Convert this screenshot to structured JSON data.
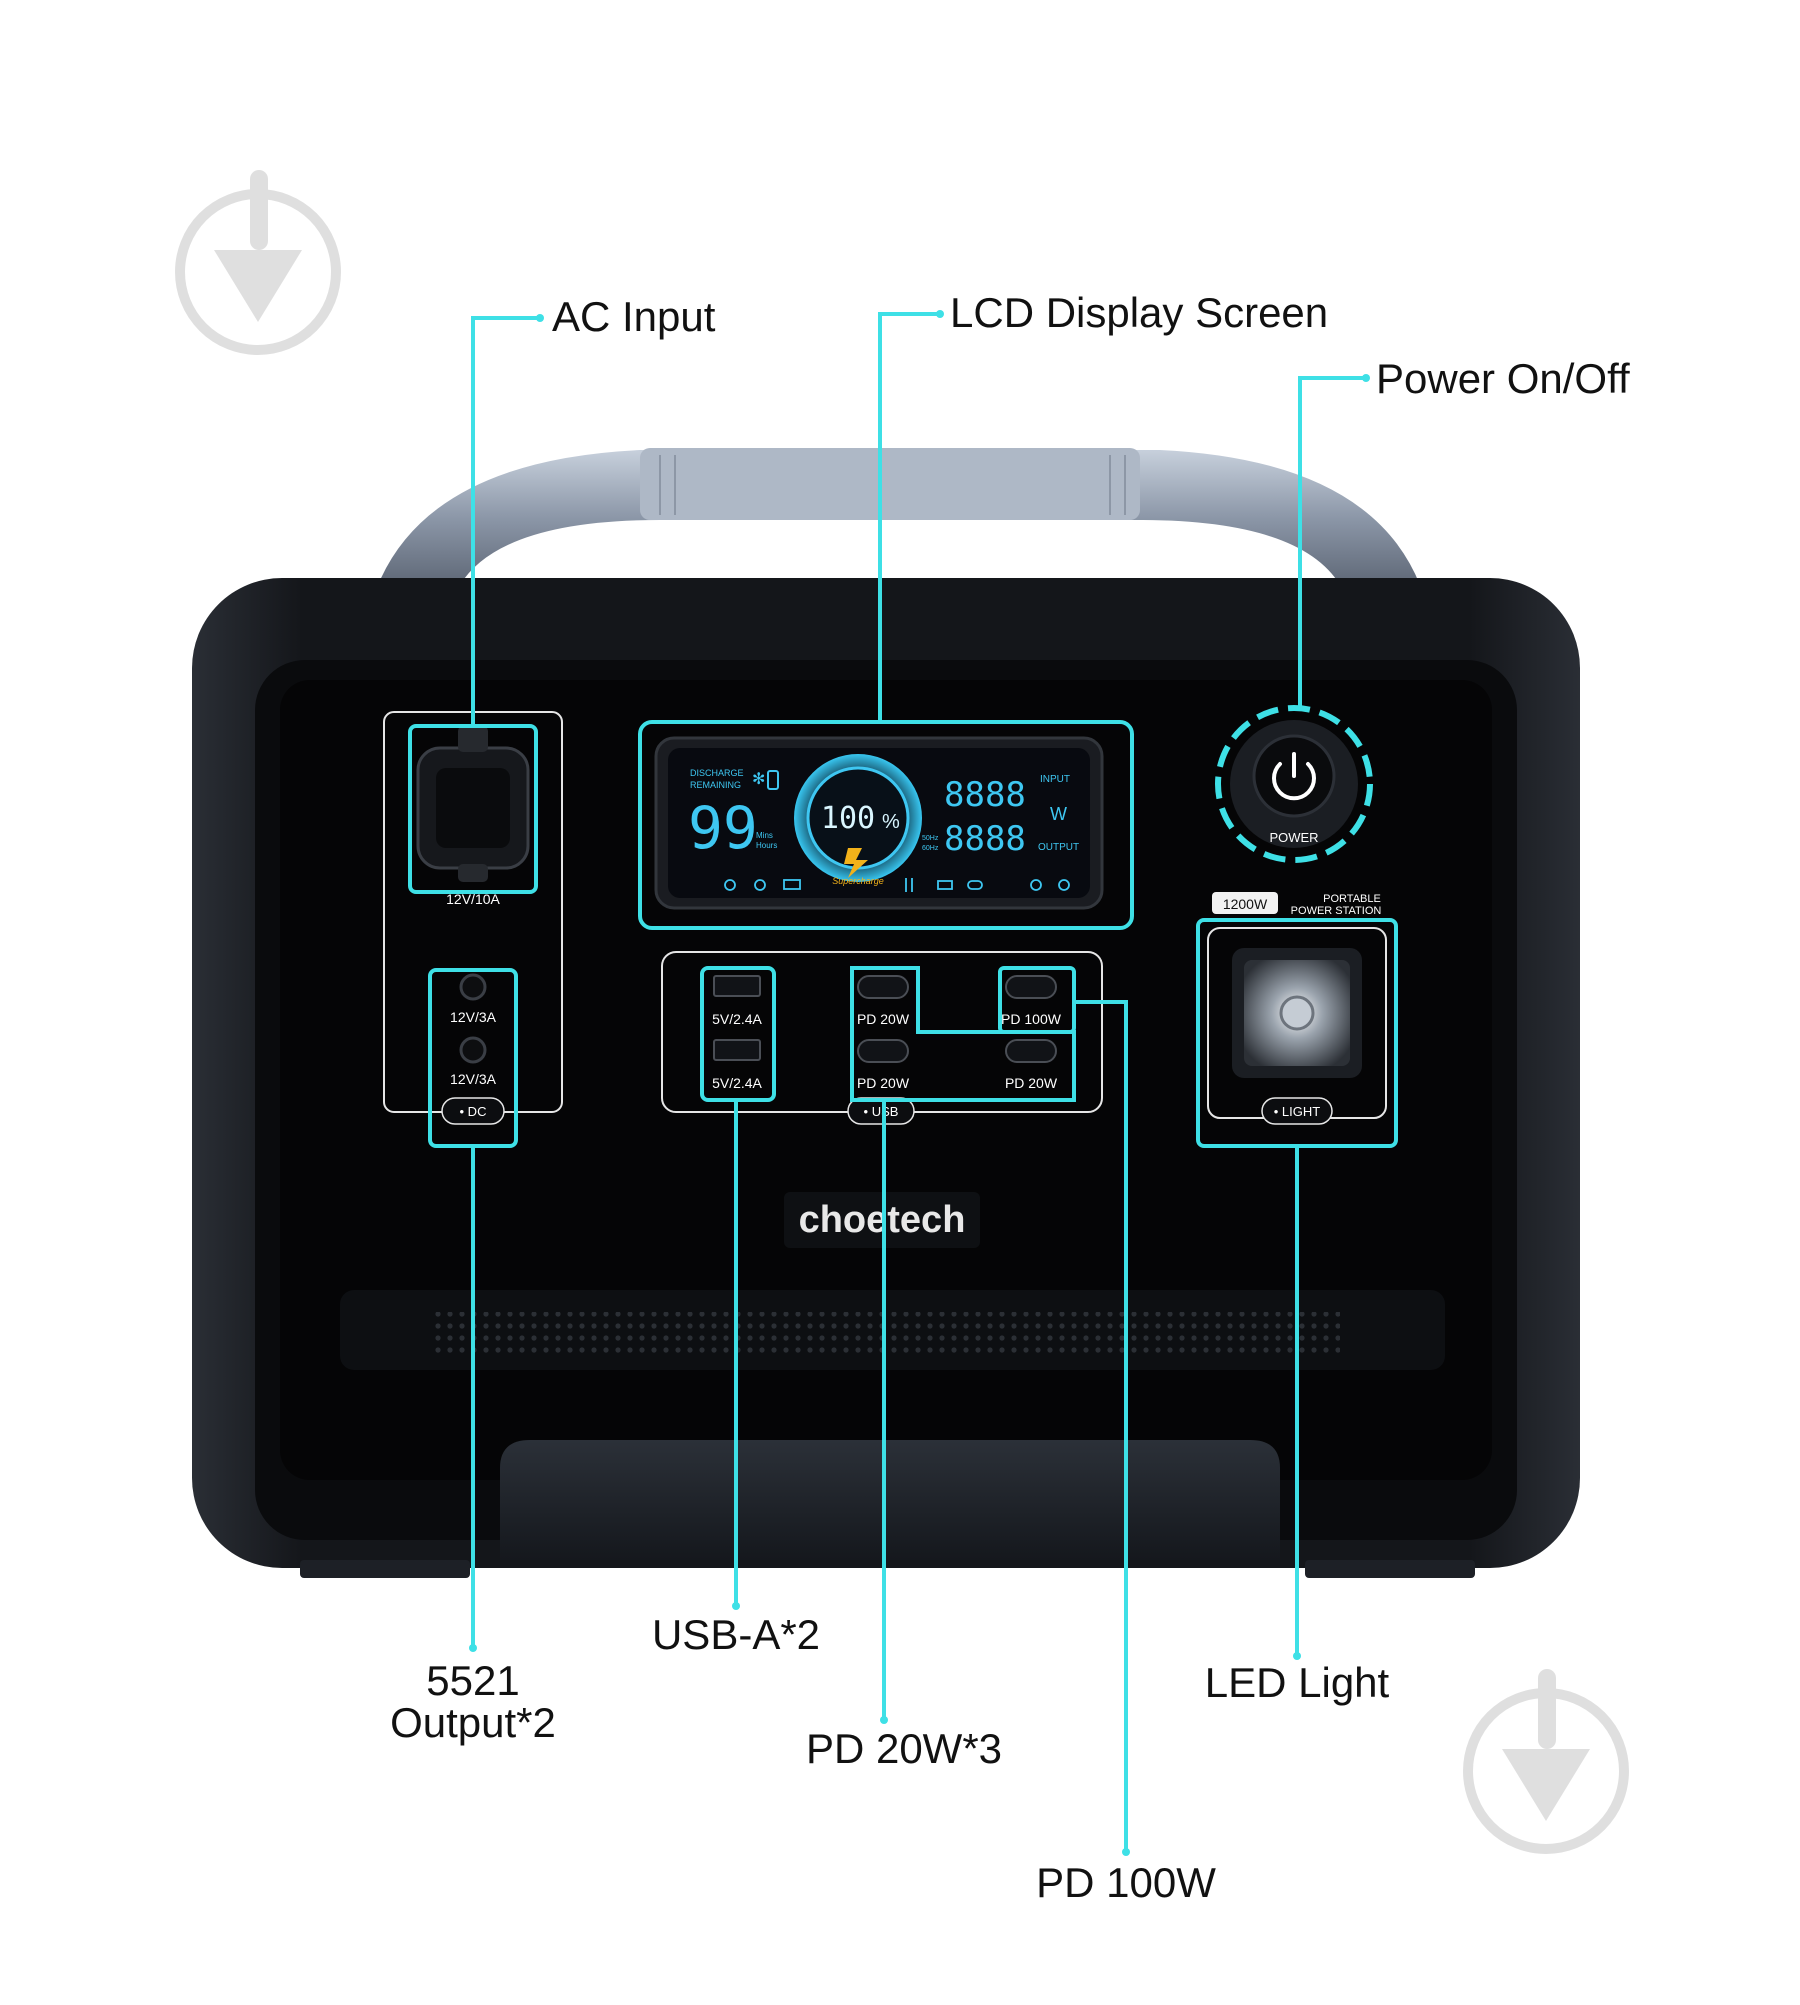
{
  "callouts": {
    "ac_input": "AC Input",
    "lcd_display": "LCD Display Screen",
    "power_onoff": "Power On/Off",
    "dc_output_line1": "5521",
    "dc_output_line2": "Output*2",
    "usb_a": "USB-A*2",
    "pd20": "PD 20W*3",
    "pd100": "PD 100W",
    "led_light": "LED Light"
  },
  "device": {
    "brand": "choetech",
    "ac_rating": "12V/10A",
    "dc_port_1": "12V/3A",
    "dc_port_2": "12V/3A",
    "dc_button": "• DC",
    "usb_a_1": "5V/2.4A",
    "usb_a_2": "5V/2.4A",
    "pd_top_1": "PD 20W",
    "pd_top_2": "PD 100W",
    "pd_bottom_1": "PD 20W",
    "pd_bottom_2": "PD 20W",
    "usb_button": "• USB",
    "power_label": "POWER",
    "capacity_badge": "1200W",
    "portable_line1": "PORTABLE",
    "portable_line2": "POWER STATION",
    "light_button": "• LIGHT"
  },
  "lcd": {
    "discharge": "DISCHARGE",
    "remaining": "REMAINING",
    "hours_value": "99",
    "mins": "Mins",
    "hours": "Hours",
    "percent": "100",
    "percent_sign": "%",
    "supercharge": "Supercharge",
    "input_value": "8888",
    "output_value": "8888",
    "input_label": "INPUT",
    "output_label": "OUTPUT",
    "watt": "W",
    "hz50": "50Hz",
    "hz60": "60Hz"
  },
  "colors": {
    "accent": "#3ee0e6",
    "lcd": "#3ec7f2",
    "body": "#0b0c0e",
    "handle": "#9aa6b6"
  }
}
